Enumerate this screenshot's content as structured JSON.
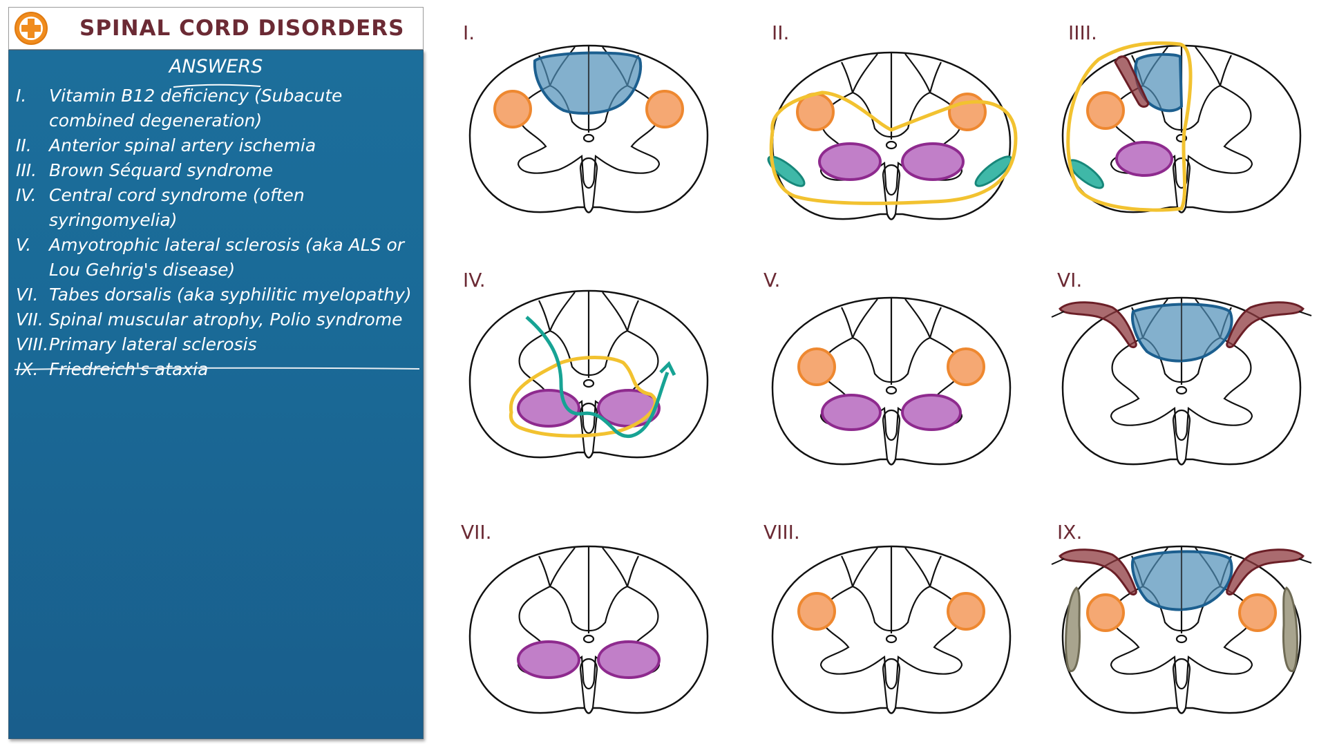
{
  "header": {
    "title": "SPINAL CORD DISORDERS",
    "icon": "plus-circle-icon"
  },
  "answers": {
    "heading": "ANSWERS",
    "items": [
      {
        "num": "I.",
        "text": "Vitamin B12 deficiency (Subacute combined degeneration)"
      },
      {
        "num": "II.",
        "text": "Anterior spinal artery ischemia"
      },
      {
        "num": "III.",
        "text": "Brown Séquard syndrome"
      },
      {
        "num": "IV.",
        "text": "Central cord syndrome (often syringomyelia)"
      },
      {
        "num": "V.",
        "text": "Amyotrophic lateral sclerosis (aka ALS or Lou Gehrig's disease)"
      },
      {
        "num": "VI.",
        "text": "Tabes dorsalis (aka syphilitic myelopathy)"
      },
      {
        "num": "VII.",
        "text": "Spinal muscular atrophy, Polio syndrome"
      },
      {
        "num": "VIII.",
        "text": "Primary lateral sclerosis"
      },
      {
        "num": "IX.",
        "text": "Friedreich's ataxia"
      }
    ]
  },
  "diagrams": {
    "labels": [
      "I.",
      "II.",
      "IIII.",
      "IV.",
      "V.",
      "VI.",
      "VII.",
      "VIII.",
      "IX."
    ]
  },
  "colors": {
    "title": "#6b2a34",
    "panel": "#1a6a97",
    "dorsal_column": "#4f8fb8",
    "corticospinal": "#f5a873",
    "anterior_horn": "#c17fc8",
    "spinothalamic": "#3fb8a8",
    "lesion_outline": "#f2c230",
    "dorsal_root": "#8e3a3f",
    "spinocerebellar": "#a8a48e"
  }
}
